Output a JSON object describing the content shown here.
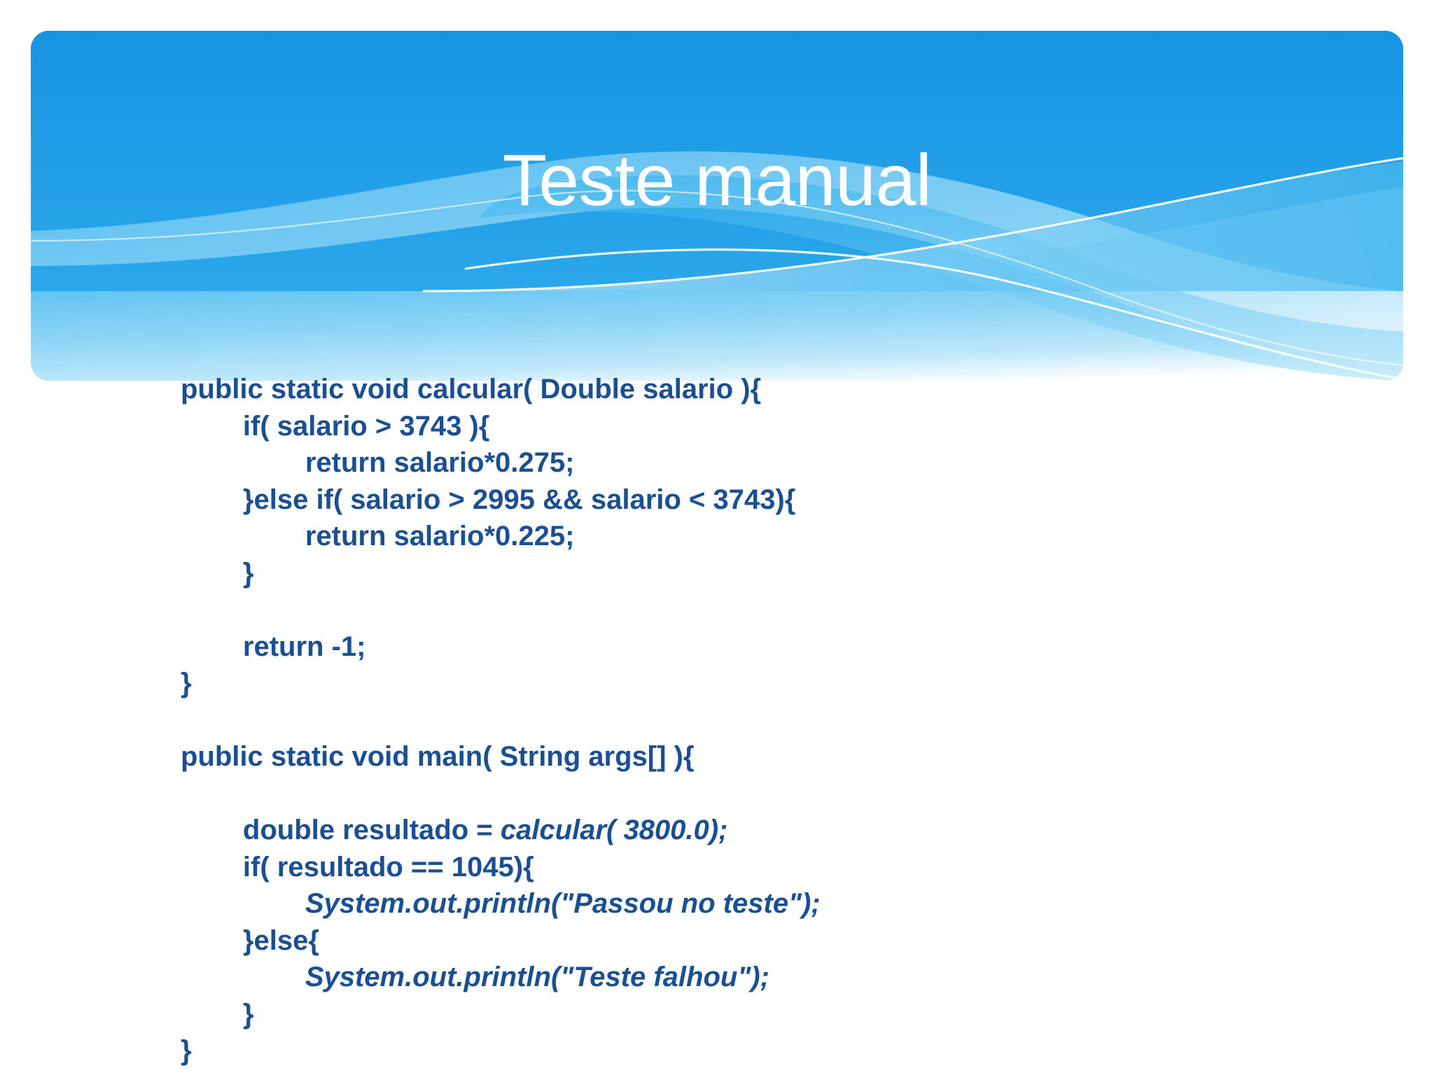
{
  "slide": {
    "title": "Teste manual",
    "background_color": "#ffffff",
    "banner": {
      "gradient_from": "#1693e2",
      "gradient_to": "#ffffff",
      "accent_color": "#35b2ec",
      "title_color": "#ffffff"
    },
    "code": {
      "text_color": "#1a4f92",
      "language": "java",
      "lines": [
        {
          "indent": 0,
          "parts": [
            {
              "text": "public static void calcular( Double salario ){",
              "style": "bold"
            }
          ]
        },
        {
          "indent": 1,
          "parts": [
            {
              "text": "if( salario > 3743 ){",
              "style": "bold"
            }
          ]
        },
        {
          "indent": 2,
          "parts": [
            {
              "text": "return salario*0.275;",
              "style": "bold"
            }
          ]
        },
        {
          "indent": 1,
          "parts": [
            {
              "text": "}else if( salario > 2995 && salario < 3743){",
              "style": "bold"
            }
          ]
        },
        {
          "indent": 2,
          "parts": [
            {
              "text": "return salario*0.225;",
              "style": "bold"
            }
          ]
        },
        {
          "indent": 1,
          "parts": [
            {
              "text": "}",
              "style": "bold"
            }
          ]
        },
        {
          "indent": 0,
          "parts": [
            {
              "text": "",
              "style": "bold"
            }
          ]
        },
        {
          "indent": 1,
          "parts": [
            {
              "text": "return -1;",
              "style": "bold"
            }
          ]
        },
        {
          "indent": 0,
          "parts": [
            {
              "text": "}",
              "style": "bold"
            }
          ]
        },
        {
          "indent": 0,
          "parts": [
            {
              "text": "",
              "style": "bold"
            }
          ]
        },
        {
          "indent": 0,
          "parts": [
            {
              "text": "public static void main( String args[] ){",
              "style": "bold"
            }
          ]
        },
        {
          "indent": 0,
          "parts": [
            {
              "text": "",
              "style": "bold"
            }
          ]
        },
        {
          "indent": 1,
          "parts": [
            {
              "text": "double resultado = ",
              "style": "bold"
            },
            {
              "text": "calcular( 3800.0);",
              "style": "bold-italic"
            }
          ]
        },
        {
          "indent": 1,
          "parts": [
            {
              "text": "if( resultado == 1045){",
              "style": "bold"
            }
          ]
        },
        {
          "indent": 2,
          "parts": [
            {
              "text": "System.out.println(\"Passou no teste\");",
              "style": "bold-italic"
            }
          ]
        },
        {
          "indent": 1,
          "parts": [
            {
              "text": "}else{",
              "style": "bold"
            }
          ]
        },
        {
          "indent": 2,
          "parts": [
            {
              "text": "System.out.println(\"Teste falhou\");",
              "style": "bold-italic"
            }
          ]
        },
        {
          "indent": 1,
          "parts": [
            {
              "text": "}",
              "style": "bold"
            }
          ]
        },
        {
          "indent": 0,
          "parts": [
            {
              "text": "}",
              "style": "bold"
            }
          ]
        }
      ]
    }
  }
}
